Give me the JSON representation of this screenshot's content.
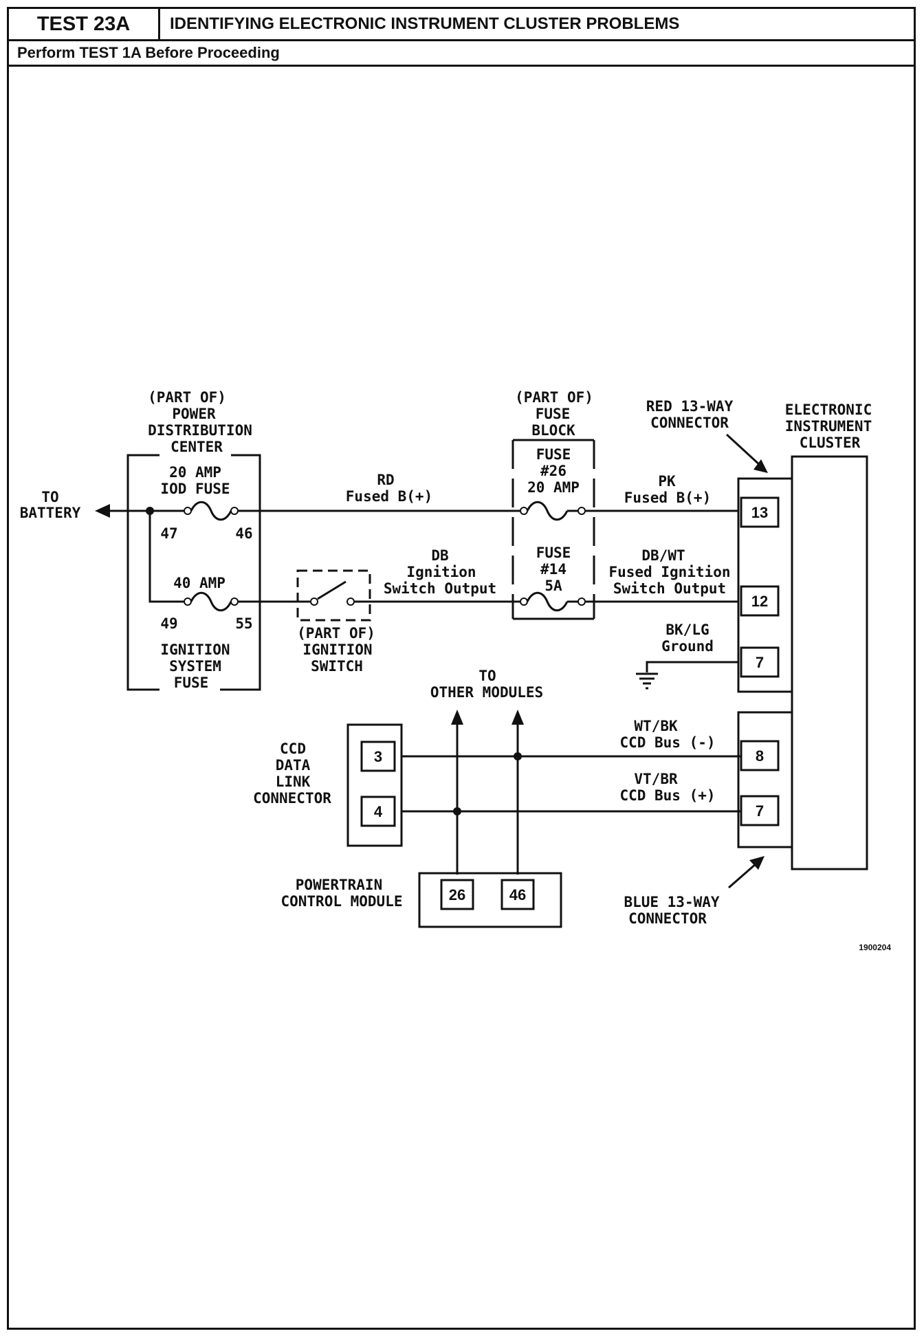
{
  "header": {
    "test_id": "TEST 23A",
    "title": "IDENTIFYING ELECTRONIC INSTRUMENT CLUSTER PROBLEMS",
    "prerequisite": "Perform TEST 1A Before Proceeding"
  },
  "battery": {
    "label_line1": "TO",
    "label_line2": "BATTERY"
  },
  "pdc": {
    "line1": "(PART OF)",
    "line2": "POWER",
    "line3": "DISTRIBUTION",
    "line4": "CENTER",
    "iod_fuse_line1": "20 AMP",
    "iod_fuse_line2": "IOD FUSE",
    "pin_47": "47",
    "pin_46": "46",
    "ign_fuse_amp": "40 AMP",
    "pin_49": "49",
    "pin_55": "55",
    "ign_fuse_line1": "IGNITION",
    "ign_fuse_line2": "SYSTEM",
    "ign_fuse_line3": "FUSE"
  },
  "ignition_switch": {
    "line1": "(PART OF)",
    "line2": "IGNITION",
    "line3": "SWITCH"
  },
  "fuse_block": {
    "line1": "(PART OF)",
    "line2": "FUSE",
    "line3": "BLOCK",
    "fuse26_line1": "FUSE",
    "fuse26_line2": "#26",
    "fuse26_line3": "20 AMP",
    "fuse14_line1": "FUSE",
    "fuse14_line2": "#14",
    "fuse14_line3": "5A"
  },
  "wires": {
    "rd_color": "RD",
    "rd_desc": "Fused B(+)",
    "pk_color": "PK",
    "pk_desc": "Fused B(+)",
    "db_color": "DB",
    "db_desc1": "Ignition",
    "db_desc2": "Switch Output",
    "dbwt_color": "DB/WT",
    "dbwt_desc1": "Fused Ignition",
    "dbwt_desc2": "Switch Output",
    "bklg_color": "BK/LG",
    "bklg_desc": "Ground",
    "wtbk_color": "WT/BK",
    "wtbk_desc": "CCD Bus (-)",
    "vtbr_color": "VT/BR",
    "vtbr_desc": "CCD Bus (+)"
  },
  "red_connector": {
    "line1": "RED 13-WAY",
    "line2": "CONNECTOR"
  },
  "blue_connector": {
    "line1": "BLUE 13-WAY",
    "line2": "CONNECTOR"
  },
  "cluster": {
    "line1": "ELECTRONIC",
    "line2": "INSTRUMENT",
    "line3": "CLUSTER"
  },
  "cluster_pins": {
    "pin_13": "13",
    "pin_12": "12",
    "pin_7_ground": "7",
    "pin_8": "8",
    "pin_7_bus": "7"
  },
  "ccd_connector": {
    "line1": "CCD",
    "line2": "DATA",
    "line3": "LINK",
    "line4": "CONNECTOR",
    "pin_3": "3",
    "pin_4": "4"
  },
  "other_modules": {
    "line1": "TO",
    "line2": "OTHER MODULES"
  },
  "pcm": {
    "line1": "POWERTRAIN",
    "line2": "CONTROL MODULE",
    "pin_26": "26",
    "pin_46": "46"
  },
  "figure_id": "1900204"
}
